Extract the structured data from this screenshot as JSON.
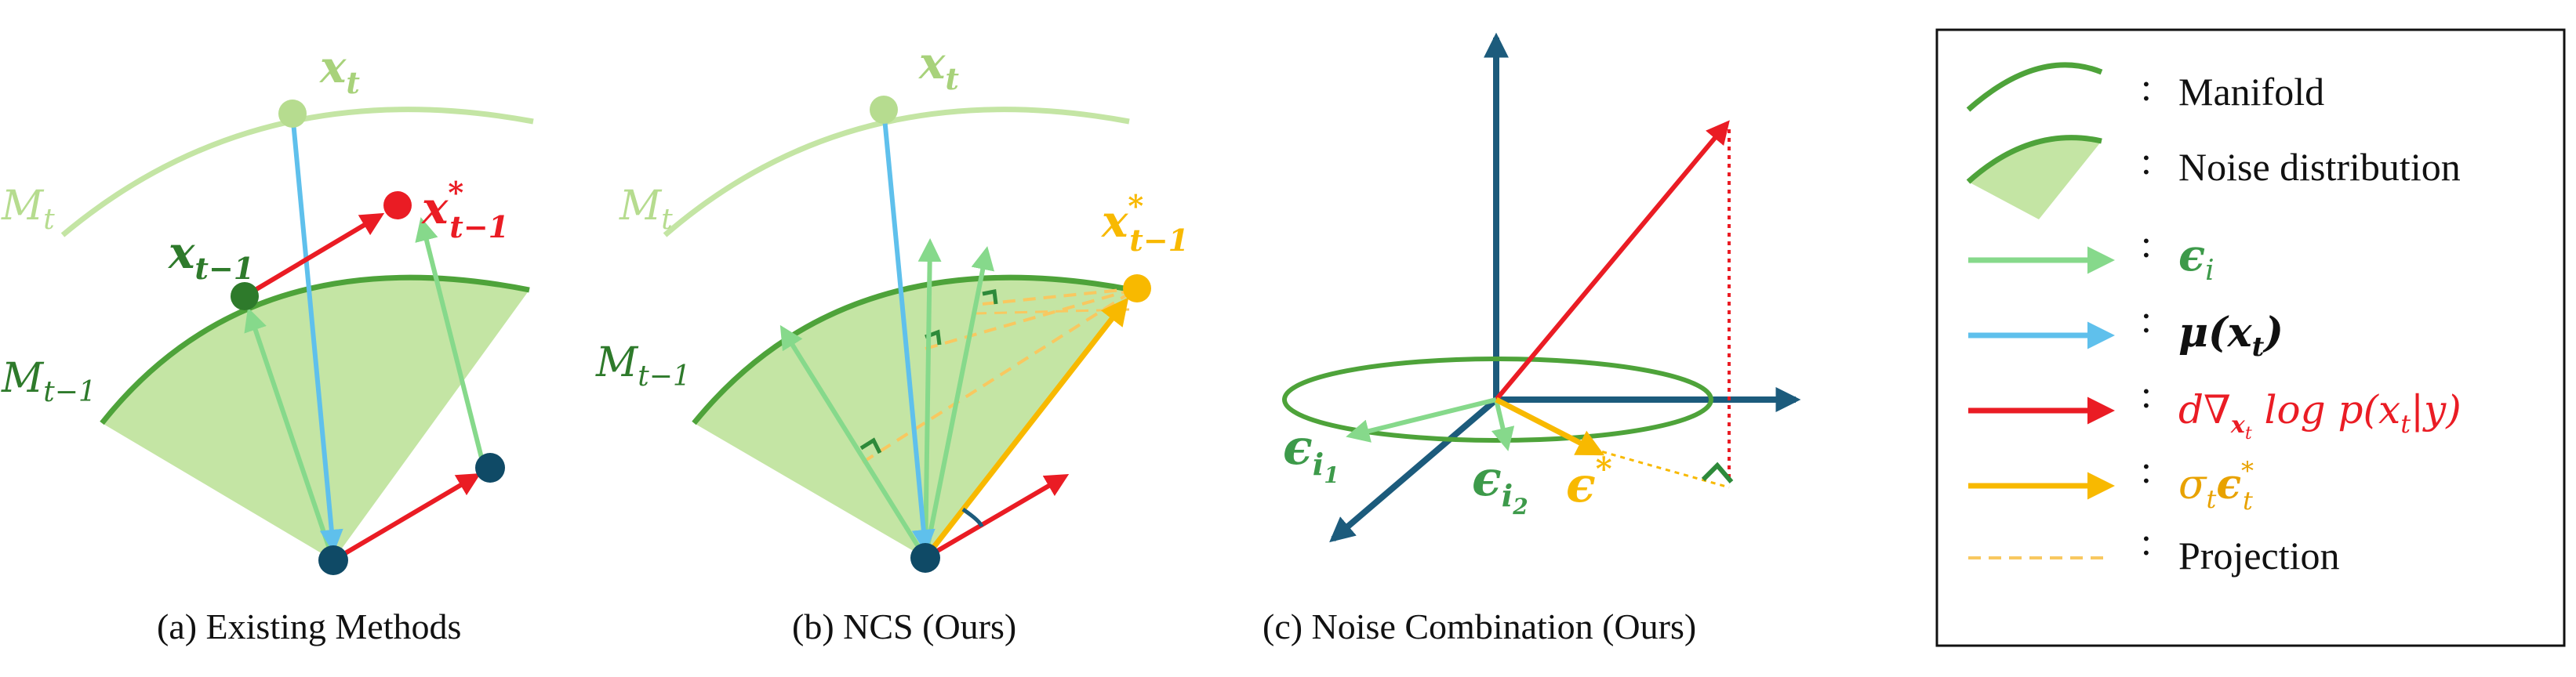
{
  "colors": {
    "manifold_light": "#b6dc8f",
    "manifold_dark": "#4ea33a",
    "region_fill": "#c4e5a4",
    "eps_green": "#86d98b",
    "mu_blue": "#5fc0ec",
    "grad_red": "#ea1c24",
    "sigma_orange": "#f8b900",
    "proj_dash": "#f8c860",
    "node_dark": "#0f4a66",
    "label_dark_green": "#2e7a2b",
    "label_green": "#3d9a4a",
    "axis_blue": "#1c5b7c"
  },
  "panel_a": {
    "caption": "(a) Existing Methods",
    "label_xt": "x",
    "label_xt_sub": "t",
    "label_xt1": "x",
    "label_xt1_sub": "t−1",
    "label_xstar": "x",
    "label_xstar_sup": "*",
    "label_xstar_sub": "t−1",
    "label_Mt": "M",
    "label_Mt_sub": "t",
    "label_Mt1": "M",
    "label_Mt1_sub": "t−1"
  },
  "panel_b": {
    "caption": "(b) NCS (Ours)",
    "label_xt": "x",
    "label_xt_sub": "t",
    "label_xstar": "x",
    "label_xstar_sup": "*",
    "label_xstar_sub": "t−1",
    "label_Mt": "M",
    "label_Mt_sub": "t",
    "label_Mt1": "M",
    "label_Mt1_sub": "t−1"
  },
  "panel_c": {
    "caption": "(c) Noise Combination (Ours)",
    "label_eps_i1": "ϵ",
    "label_eps_i1_sub": "i",
    "label_eps_i1_subsub": "1",
    "label_eps_i2": "ϵ",
    "label_eps_i2_sub": "i",
    "label_eps_i2_subsub": "2",
    "label_eps_star": "ϵ",
    "label_eps_star_sup": "*"
  },
  "legend": {
    "colon": ":",
    "items": [
      {
        "text": "Manifold"
      },
      {
        "text": "Noise distribution"
      },
      {
        "text": "ϵ",
        "sub": "i"
      },
      {
        "text": "μ(x",
        "sub": "t",
        "tail": ")"
      },
      {
        "text_a": "d∇",
        "sub": "x",
        "subsub": "t",
        "text_b": " log p(x",
        "sub2": "t",
        "text_c": "|y)"
      },
      {
        "text_a": "σ",
        "sub": "t",
        "text_b": "ϵ",
        "sup": "*",
        "sub2": "t"
      },
      {
        "text": "Projection"
      }
    ]
  }
}
